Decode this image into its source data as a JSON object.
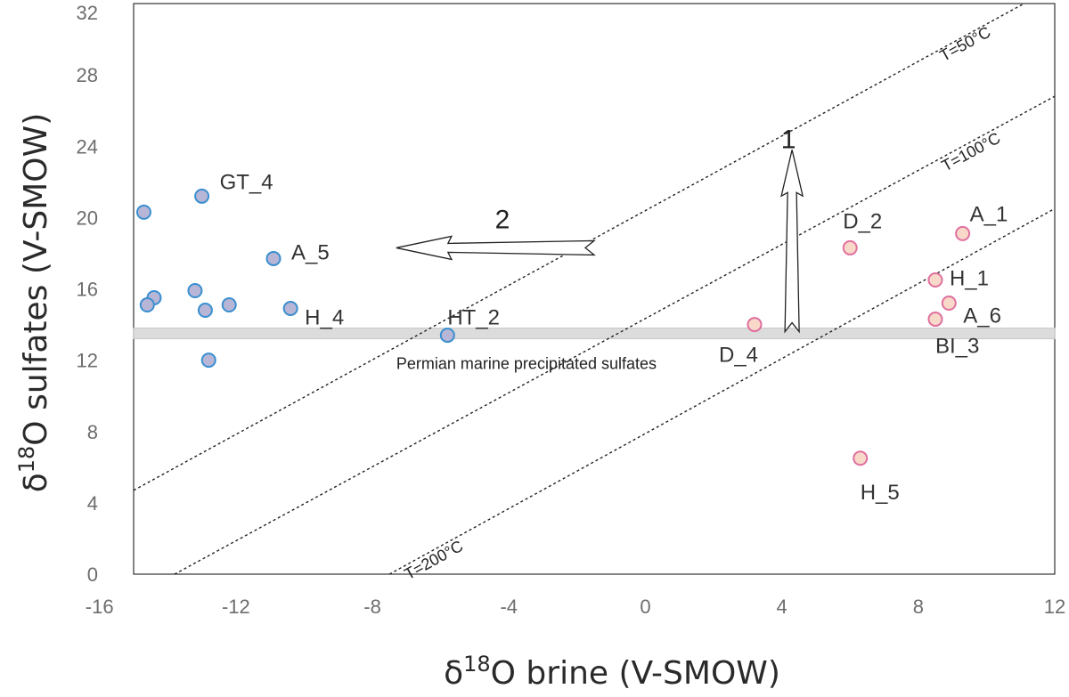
{
  "chart_data": {
    "type": "scatter",
    "title": "",
    "xlabel": {
      "prefix": "δ",
      "sup": "18",
      "rest": "O brine (V-SMOW)"
    },
    "ylabel": {
      "prefix": "δ",
      "sup": "18",
      "rest": "O sulfates (V-SMOW)"
    },
    "xlim": [
      -15,
      12
    ],
    "ylim": [
      0,
      32
    ],
    "xticks": [
      -16,
      -12,
      -8,
      -4,
      0,
      4,
      8,
      12
    ],
    "yticks": [
      0,
      4,
      8,
      12,
      16,
      20,
      24,
      28,
      32
    ],
    "grid": false,
    "legend": "none",
    "series": [
      {
        "color": "#b8b6d6",
        "edge": "#3a8fd0",
        "points": [
          {
            "x": -14.7,
            "y": 20.3,
            "label": ""
          },
          {
            "x": -13.0,
            "y": 21.2,
            "label": "GT_4"
          },
          {
            "x": -10.9,
            "y": 17.7,
            "label": "A_5"
          },
          {
            "x": -13.2,
            "y": 15.9,
            "label": ""
          },
          {
            "x": -12.2,
            "y": 15.1,
            "label": ""
          },
          {
            "x": -14.4,
            "y": 15.5,
            "label": ""
          },
          {
            "x": -14.6,
            "y": 15.1,
            "label": ""
          },
          {
            "x": -12.9,
            "y": 14.8,
            "label": ""
          },
          {
            "x": -10.4,
            "y": 14.9,
            "label": "H_4"
          },
          {
            "x": -12.8,
            "y": 12.0,
            "label": ""
          },
          {
            "x": -5.8,
            "y": 13.4,
            "label": "HT_2"
          }
        ]
      },
      {
        "color": "#f8d8c8",
        "edge": "#e070a0",
        "points": [
          {
            "x": 9.3,
            "y": 19.1,
            "label": "A_1"
          },
          {
            "x": 6.0,
            "y": 18.3,
            "label": "D_2"
          },
          {
            "x": 8.5,
            "y": 16.5,
            "label": "H_1"
          },
          {
            "x": 8.9,
            "y": 15.2,
            "label": "A_6"
          },
          {
            "x": 8.5,
            "y": 14.3,
            "label": "BI_3"
          },
          {
            "x": 3.2,
            "y": 14.0,
            "label": "D_4"
          },
          {
            "x": 6.3,
            "y": 6.5,
            "label": "H_5"
          }
        ]
      }
    ],
    "reference_lines": [
      {
        "label": "T=50°C",
        "x1": -15,
        "y1": 4.7,
        "x2": 11.1,
        "y2": 32
      },
      {
        "label": "T=100°C",
        "x1": -13.8,
        "y1": 0,
        "x2": 12,
        "y2": 26.8
      },
      {
        "label": "T=200°C",
        "x1": -7.5,
        "y1": 0,
        "x2": 12,
        "y2": 20.5
      }
    ],
    "band": {
      "label": "Permian marine precipitated sulfates",
      "y1": 13.2,
      "y2": 13.8
    },
    "arrows": [
      {
        "label": "2",
        "direction": "left",
        "from": [
          -1.5,
          18.3
        ],
        "to": [
          -7.3,
          18.3
        ]
      },
      {
        "label": "1",
        "direction": "up",
        "from": [
          4.3,
          13.6
        ],
        "to": [
          4.3,
          23.8
        ]
      }
    ]
  }
}
